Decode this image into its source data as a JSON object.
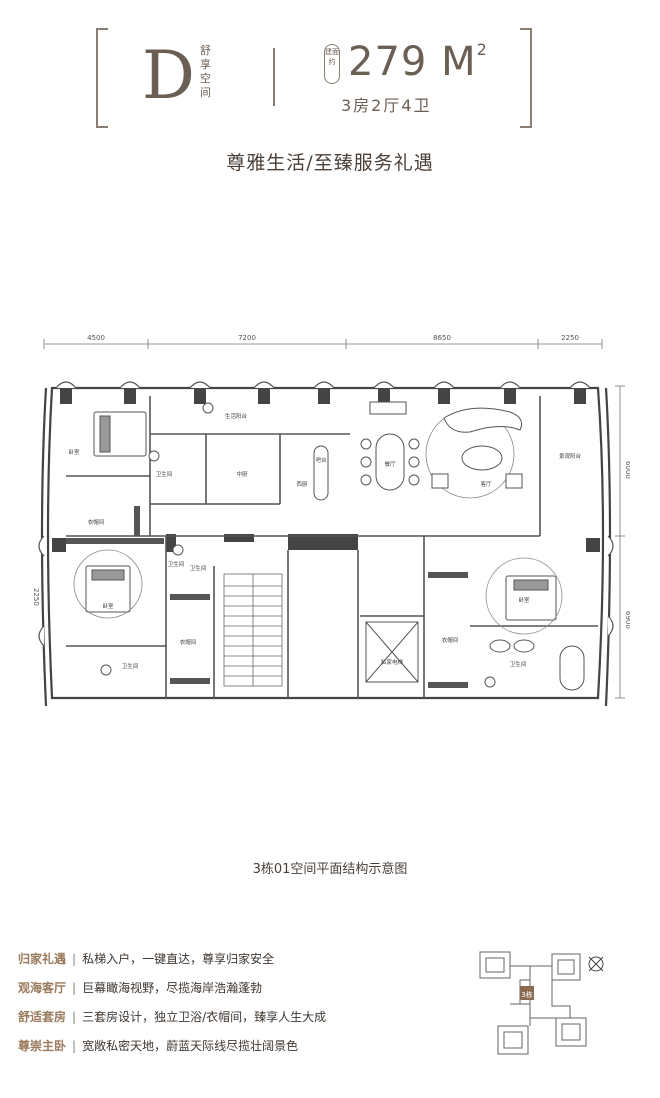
{
  "header": {
    "type_letter": "D",
    "type_sub": "舒享空间",
    "area_label": "建面约",
    "area_value": "279 M",
    "area_sup": "2",
    "rooms": "3房2厅4卫"
  },
  "slogan": "尊雅生活/至臻服务礼遇",
  "plan": {
    "dimensions_top": [
      "4500",
      "7200",
      "8650",
      "2250"
    ],
    "dimensions_right": [
      "6000",
      "6900"
    ],
    "dimension_left": "2250",
    "rooms": {
      "bedroom_nw": "卧室",
      "bath_nw": "卫生间",
      "living_balcony": "生活阳台",
      "kitchen": "中厨",
      "western_kitchen": "西厨",
      "bar": "吧台",
      "dining": "餐厅",
      "living": "客厅",
      "view_balcony": "景观阳台",
      "closet_w": "衣帽间",
      "bedroom_w": "卧室",
      "bath_w": "卫生间",
      "bath_mid": "卫生间",
      "closet_mid": "衣帽间",
      "elevator": "私家电梯",
      "bath_sw": "卫生间",
      "bedroom_e": "卧室",
      "closet_e": "衣帽间",
      "bath_e": "卫生间"
    }
  },
  "caption": "3栋01空间平面结构示意图",
  "features": [
    {
      "title": "归家礼遇",
      "desc": "私梯入户，一键直达，尊享归家安全"
    },
    {
      "title": "观海客厅",
      "desc": "巨幕瞰海视野，尽揽海岸浩瀚蓬勃"
    },
    {
      "title": "舒适套房",
      "desc": "三套房设计，独立卫浴/衣帽间，臻享人生大成"
    },
    {
      "title": "尊崇主卧",
      "desc": "宽敞私密天地，蔚蓝天际线尽揽壮阔景色"
    }
  ],
  "keyplan": {
    "unit_label": "3栋"
  },
  "colors": {
    "accent": "#9a7a5c",
    "wall": "#555555",
    "line": "#8a7e72"
  }
}
